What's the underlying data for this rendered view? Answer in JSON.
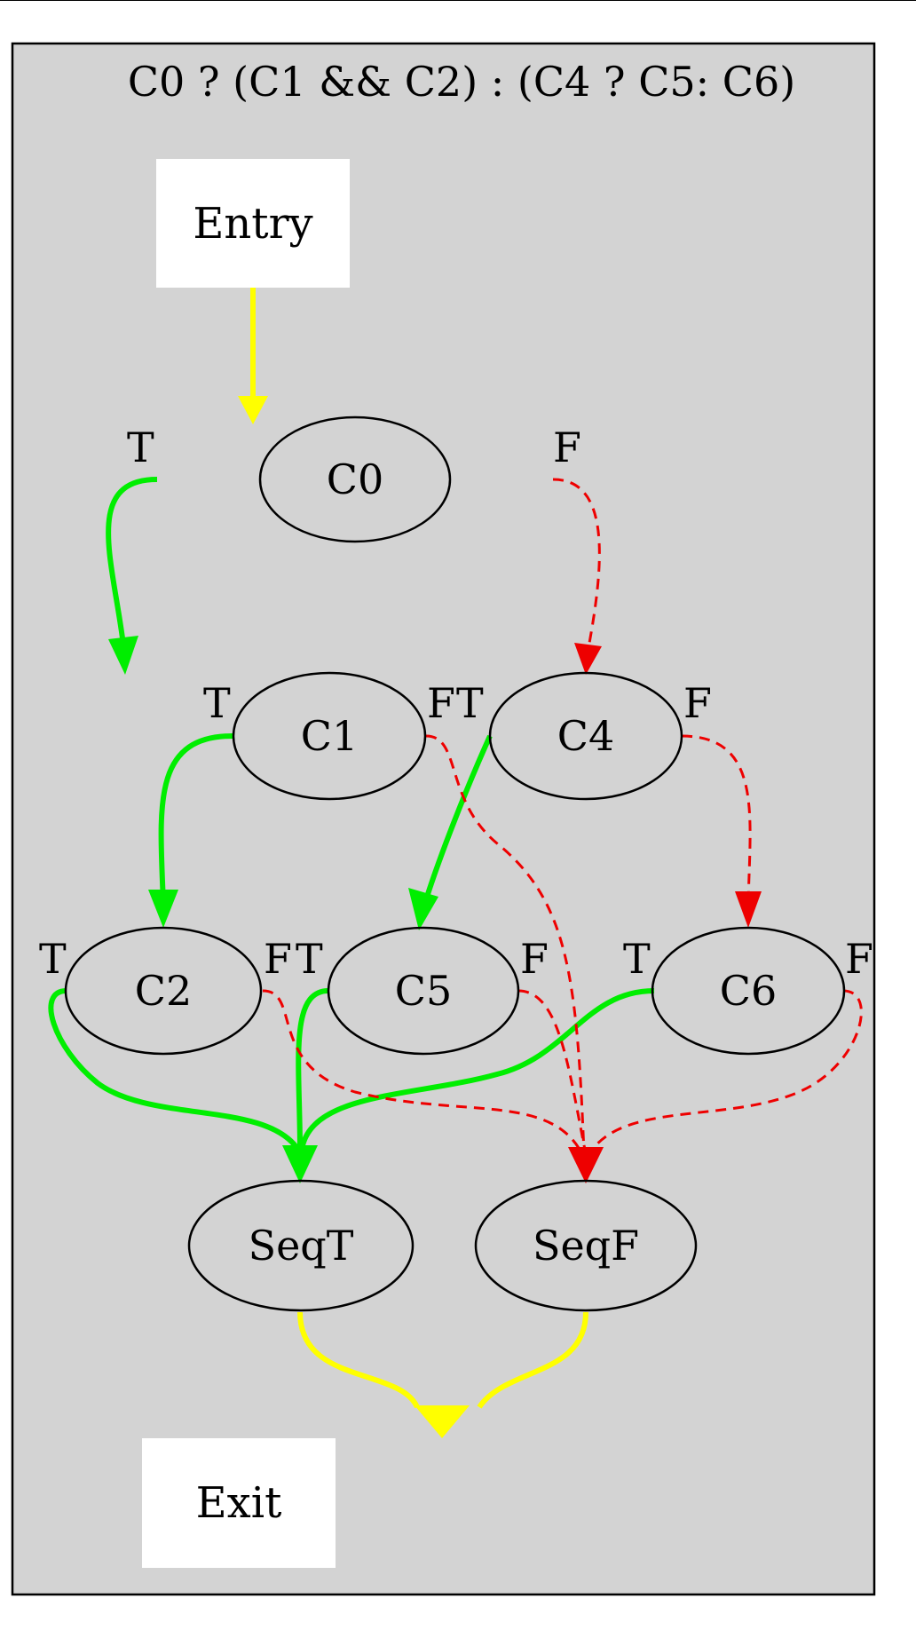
{
  "title": "C0 ? (C1 && C2) : (C4 ? C5: C6)",
  "colors": {
    "cluster_fill": "#d3d3d3",
    "box_fill": "#ffffff",
    "true_edge": "#00ee00",
    "false_edge": "#ee0000",
    "flow_edge": "#ffff00"
  },
  "nodes": {
    "entry": "Entry",
    "c0": "C0",
    "c1": "C1",
    "c4": "C4",
    "c2": "C2",
    "c5": "C5",
    "c6": "C6",
    "seqt": "SeqT",
    "seqf": "SeqF",
    "exit": "Exit"
  },
  "port_labels": {
    "true": "T",
    "false": "F"
  }
}
